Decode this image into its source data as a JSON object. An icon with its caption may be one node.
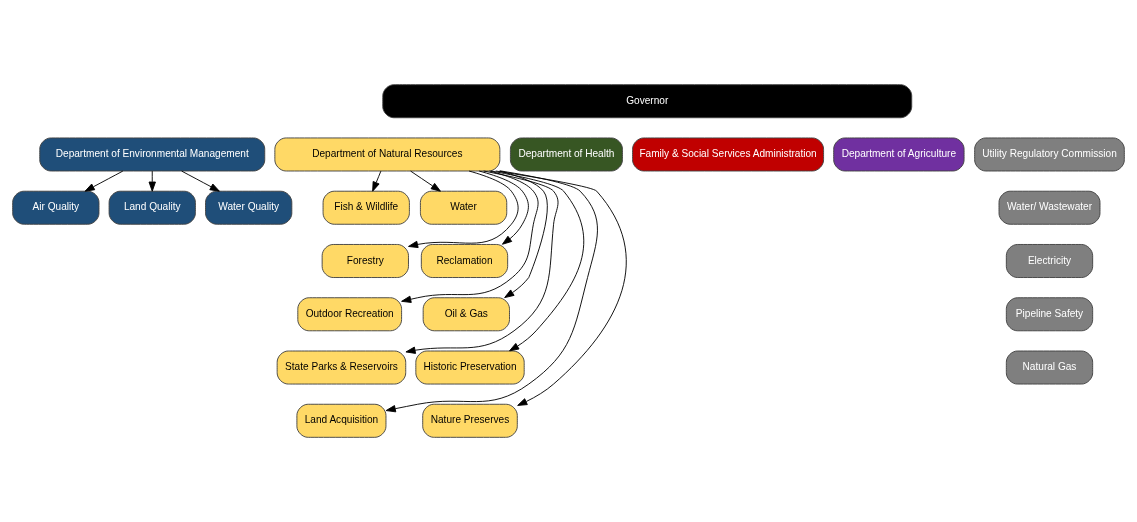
{
  "diagram": {
    "nodes": [
      {
        "text": [
          "Governor"
        ]
      },
      {
        "text": [
          "Department of Environmental Management"
        ]
      },
      {
        "text": [
          "Department of Natural Resources"
        ]
      },
      {
        "text": [
          "Department of Health"
        ]
      },
      {
        "text": [
          "Family & Social Services Administration"
        ]
      },
      {
        "text": [
          "Department of Agriculture"
        ]
      },
      {
        "text": [
          "Utility Regulatory Commission"
        ]
      },
      {
        "text": [
          "Air Quality"
        ]
      },
      {
        "text": [
          "Land Quality"
        ]
      },
      {
        "text": [
          "Water Quality"
        ]
      },
      {
        "text": [
          "Fish & Wildlife"
        ]
      },
      {
        "text": [
          "Water"
        ]
      },
      {
        "text": [
          "Forestry"
        ]
      },
      {
        "text": [
          "Reclamation"
        ]
      },
      {
        "text": [
          "Outdoor Recreation"
        ]
      },
      {
        "text": [
          "Oil & Gas"
        ]
      },
      {
        "text": [
          "State Parks & Reservoirs"
        ]
      },
      {
        "text": [
          "Historic Preservation"
        ]
      },
      {
        "text": [
          "Land Acquisition"
        ]
      },
      {
        "text": [
          "Nature Preserves"
        ]
      },
      {
        "text": [
          "Water/ Wastewater"
        ]
      },
      {
        "text": [
          "Electricity"
        ]
      },
      {
        "text": [
          "Pipeline Safety"
        ]
      },
      {
        "text": [
          "Natural Gas"
        ]
      }
    ],
    "edges": [
      {
        "from": 1,
        "to": 7,
        "arrow": "to"
      },
      {
        "from": 1,
        "to": 8,
        "arrow": "to"
      },
      {
        "from": 1,
        "to": 9,
        "arrow": "to"
      },
      {
        "from": 2,
        "to": 10,
        "arrow": "to"
      },
      {
        "from": 2,
        "to": 11,
        "arrow": "to"
      },
      {
        "from": 2,
        "to": 12,
        "arrow": "to"
      },
      {
        "from": 2,
        "to": 13,
        "arrow": "to"
      },
      {
        "from": 2,
        "to": 14,
        "arrow": "to"
      },
      {
        "from": 2,
        "to": 15,
        "arrow": "to"
      },
      {
        "from": 2,
        "to": 16,
        "arrow": "to"
      },
      {
        "from": 2,
        "to": 17,
        "arrow": "to"
      },
      {
        "from": 2,
        "to": 18,
        "arrow": "to"
      },
      {
        "from": 2,
        "to": 19,
        "arrow": "to"
      }
    ]
  }
}
